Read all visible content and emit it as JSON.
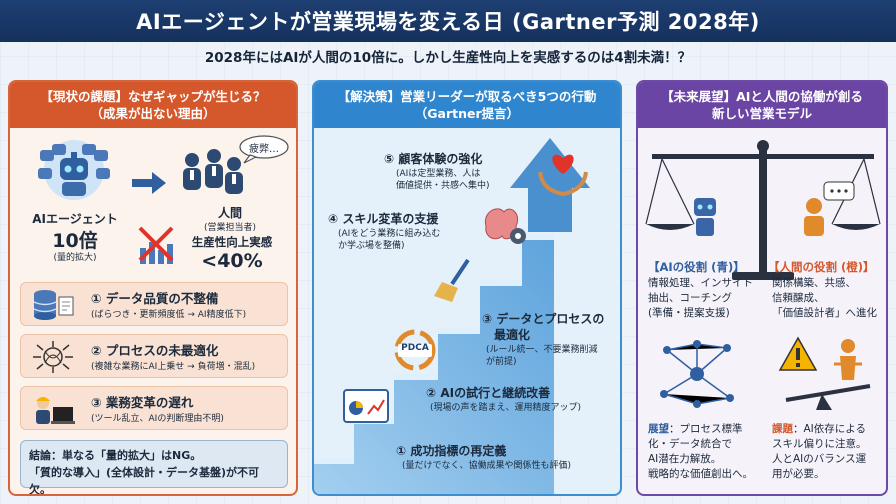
{
  "header": {
    "title": "AIエージェントが営業現場を変える日 (Gartner予測 2028年)"
  },
  "subtitle": "2028年にはAIが人間の10倍に。しかし生産性向上を実感するのは4割未満！？",
  "colors": {
    "navy": "#1e3f72",
    "orange": "#d5582c",
    "blue": "#2f86cf",
    "purple": "#6a45a3"
  },
  "left": {
    "head_line1": "【現状の課題】なぜギャップが生じる？",
    "head_line2": "（成果が出ない理由）",
    "ai_label": "AIエージェント",
    "ai_value": "10倍",
    "ai_sub": "(量的拡大)",
    "bubble": "疲弊…",
    "human_label": "人間",
    "human_sub": "(営業担当者)",
    "prod_label": "生産性向上実感",
    "prod_value": "<40%",
    "issues": [
      {
        "title": "① データ品質の不整備",
        "desc": "(ばらつき・更新頻度低 → AI精度低下)"
      },
      {
        "title": "② プロセスの未最適化",
        "desc": "(複雑な業務にAI上乗せ → 負荷増・混乱)"
      },
      {
        "title": "③ 業務変革の遅れ",
        "desc": "(ツール乱立、AIの判断理由不明)"
      }
    ],
    "conclusion_line1": "結論：単なる「量的拡大」はNG。",
    "conclusion_line2": "「質的な導入」(全体設計・データ基盤)が不可欠。"
  },
  "mid": {
    "head_line1": "【解決策】営業リーダーが取るべき5つの行動",
    "head_line2": "（Gartner提言）",
    "pdca": "PDCA",
    "steps": [
      {
        "title": "⑤ 顧客体験の強化",
        "d1": "(AIは定型業務、人は",
        "d2": "価値提供・共感へ集中)"
      },
      {
        "title": "④ スキル変革の支援",
        "d1": "(AIをどう業務に組み込む",
        "d2": "か学ぶ場を整備)"
      },
      {
        "title": "③ データとプロセスの",
        "title2": "最適化",
        "d1": "(ルール統一、不要業務削減",
        "d2": "が前提)"
      },
      {
        "title": "② AIの試行と継続改善",
        "d1": "(現場の声を踏まえ、運用精度アップ)"
      },
      {
        "title": "① 成功指標の再定義",
        "d1": "(量だけでなく、協働成果や関係性も評価)"
      }
    ]
  },
  "right": {
    "head_line1": "【未来展望】AIと人間の協働が創る",
    "head_line2": "新しい営業モデル",
    "ai_role_title": "【AIの役割 (青)】",
    "ai_role": [
      "情報処理、インサイト",
      "抽出、コーチング",
      "(準備・提案支援)"
    ],
    "human_role_title": "【人間の役割 (橙)】",
    "human_role": [
      "関係構築、共感、",
      "信頼醸成、",
      "「価値設計者」へ進化"
    ],
    "outlook_label": "展望",
    "outlook_rest": "：プロセス標準",
    "outlook": [
      "化・データ統合で",
      "AI潜在力解放。",
      "戦略的な価値創出へ。"
    ],
    "issue_label": "課題",
    "issue_rest": "：AI依存による",
    "issue": [
      "スキル偏りに注意。",
      "人とAIのバランス運",
      "用が必要。"
    ]
  }
}
